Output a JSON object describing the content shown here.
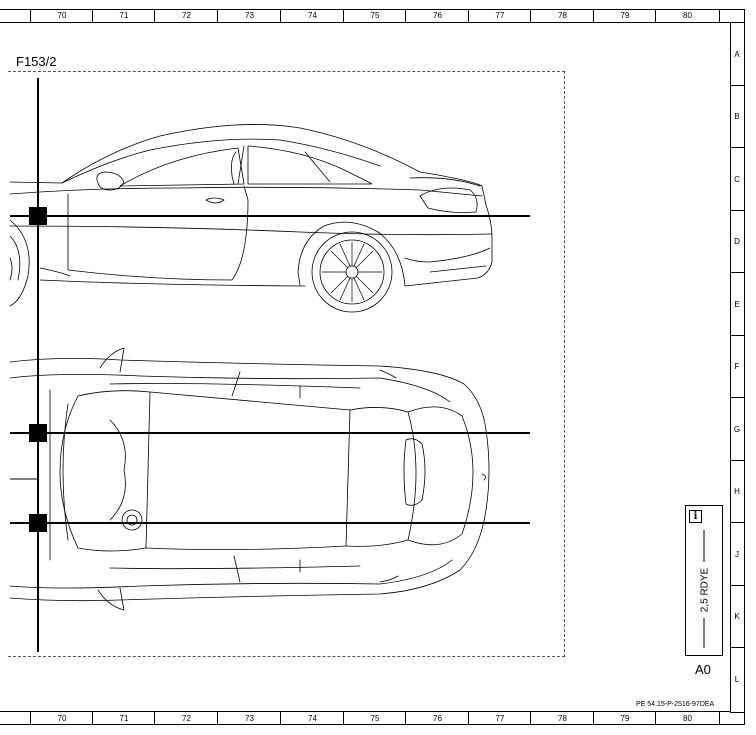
{
  "columns": [
    "70",
    "71",
    "72",
    "73",
    "74",
    "75",
    "76",
    "77",
    "78",
    "79",
    "80"
  ],
  "rows": [
    "A",
    "B",
    "C",
    "D",
    "E",
    "F",
    "G",
    "H",
    "J",
    "K",
    "L"
  ],
  "section_label": "F153/2",
  "wire_label": "2,5 RDYE",
  "ground_label": "A0",
  "document_id": "PE 54.15-P-2516-97DEA",
  "info_icon_glyph": "i"
}
